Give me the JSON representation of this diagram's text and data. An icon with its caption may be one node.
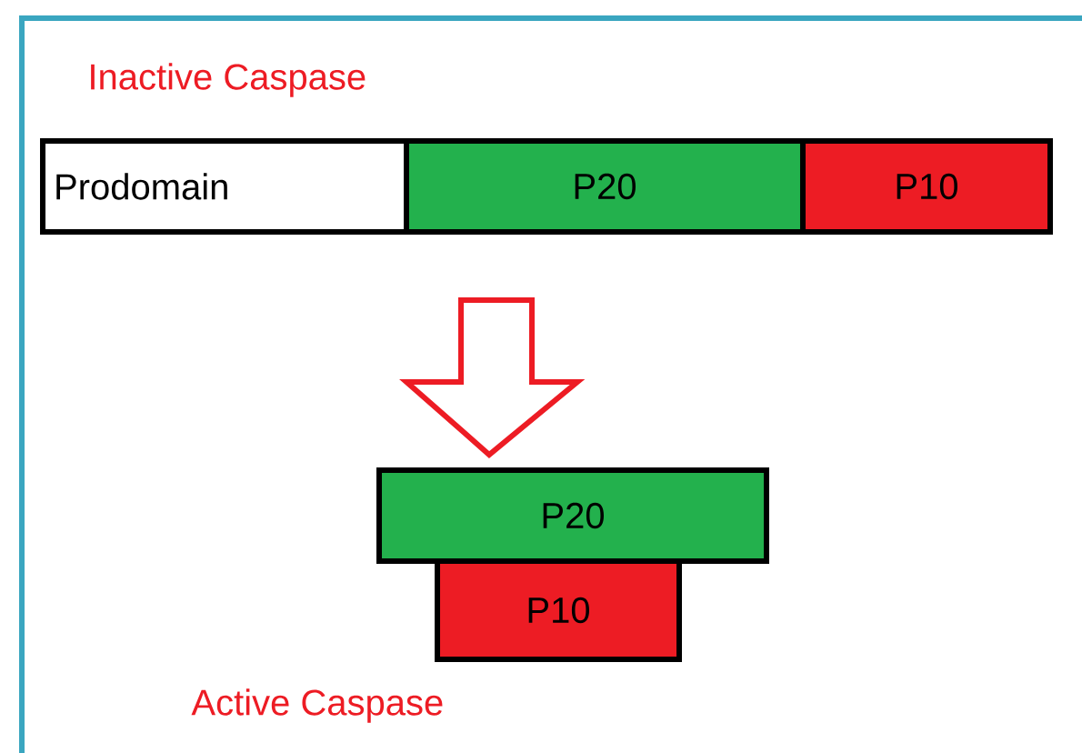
{
  "diagram": {
    "nodes": [
      {
        "text": [
          "Prodomain"
        ]
      },
      {
        "text": [
          "P20"
        ]
      },
      {
        "text": [
          "P10"
        ]
      },
      {
        "text": [
          "P20"
        ]
      },
      {
        "text": [
          "P10"
        ]
      }
    ],
    "edges": [
      {
        "from": 1,
        "to": 3,
        "arrow": "to",
        "color": "#ed1c24"
      }
    ],
    "labels": [
      "Inactive Caspase",
      "Active Caspase"
    ]
  }
}
